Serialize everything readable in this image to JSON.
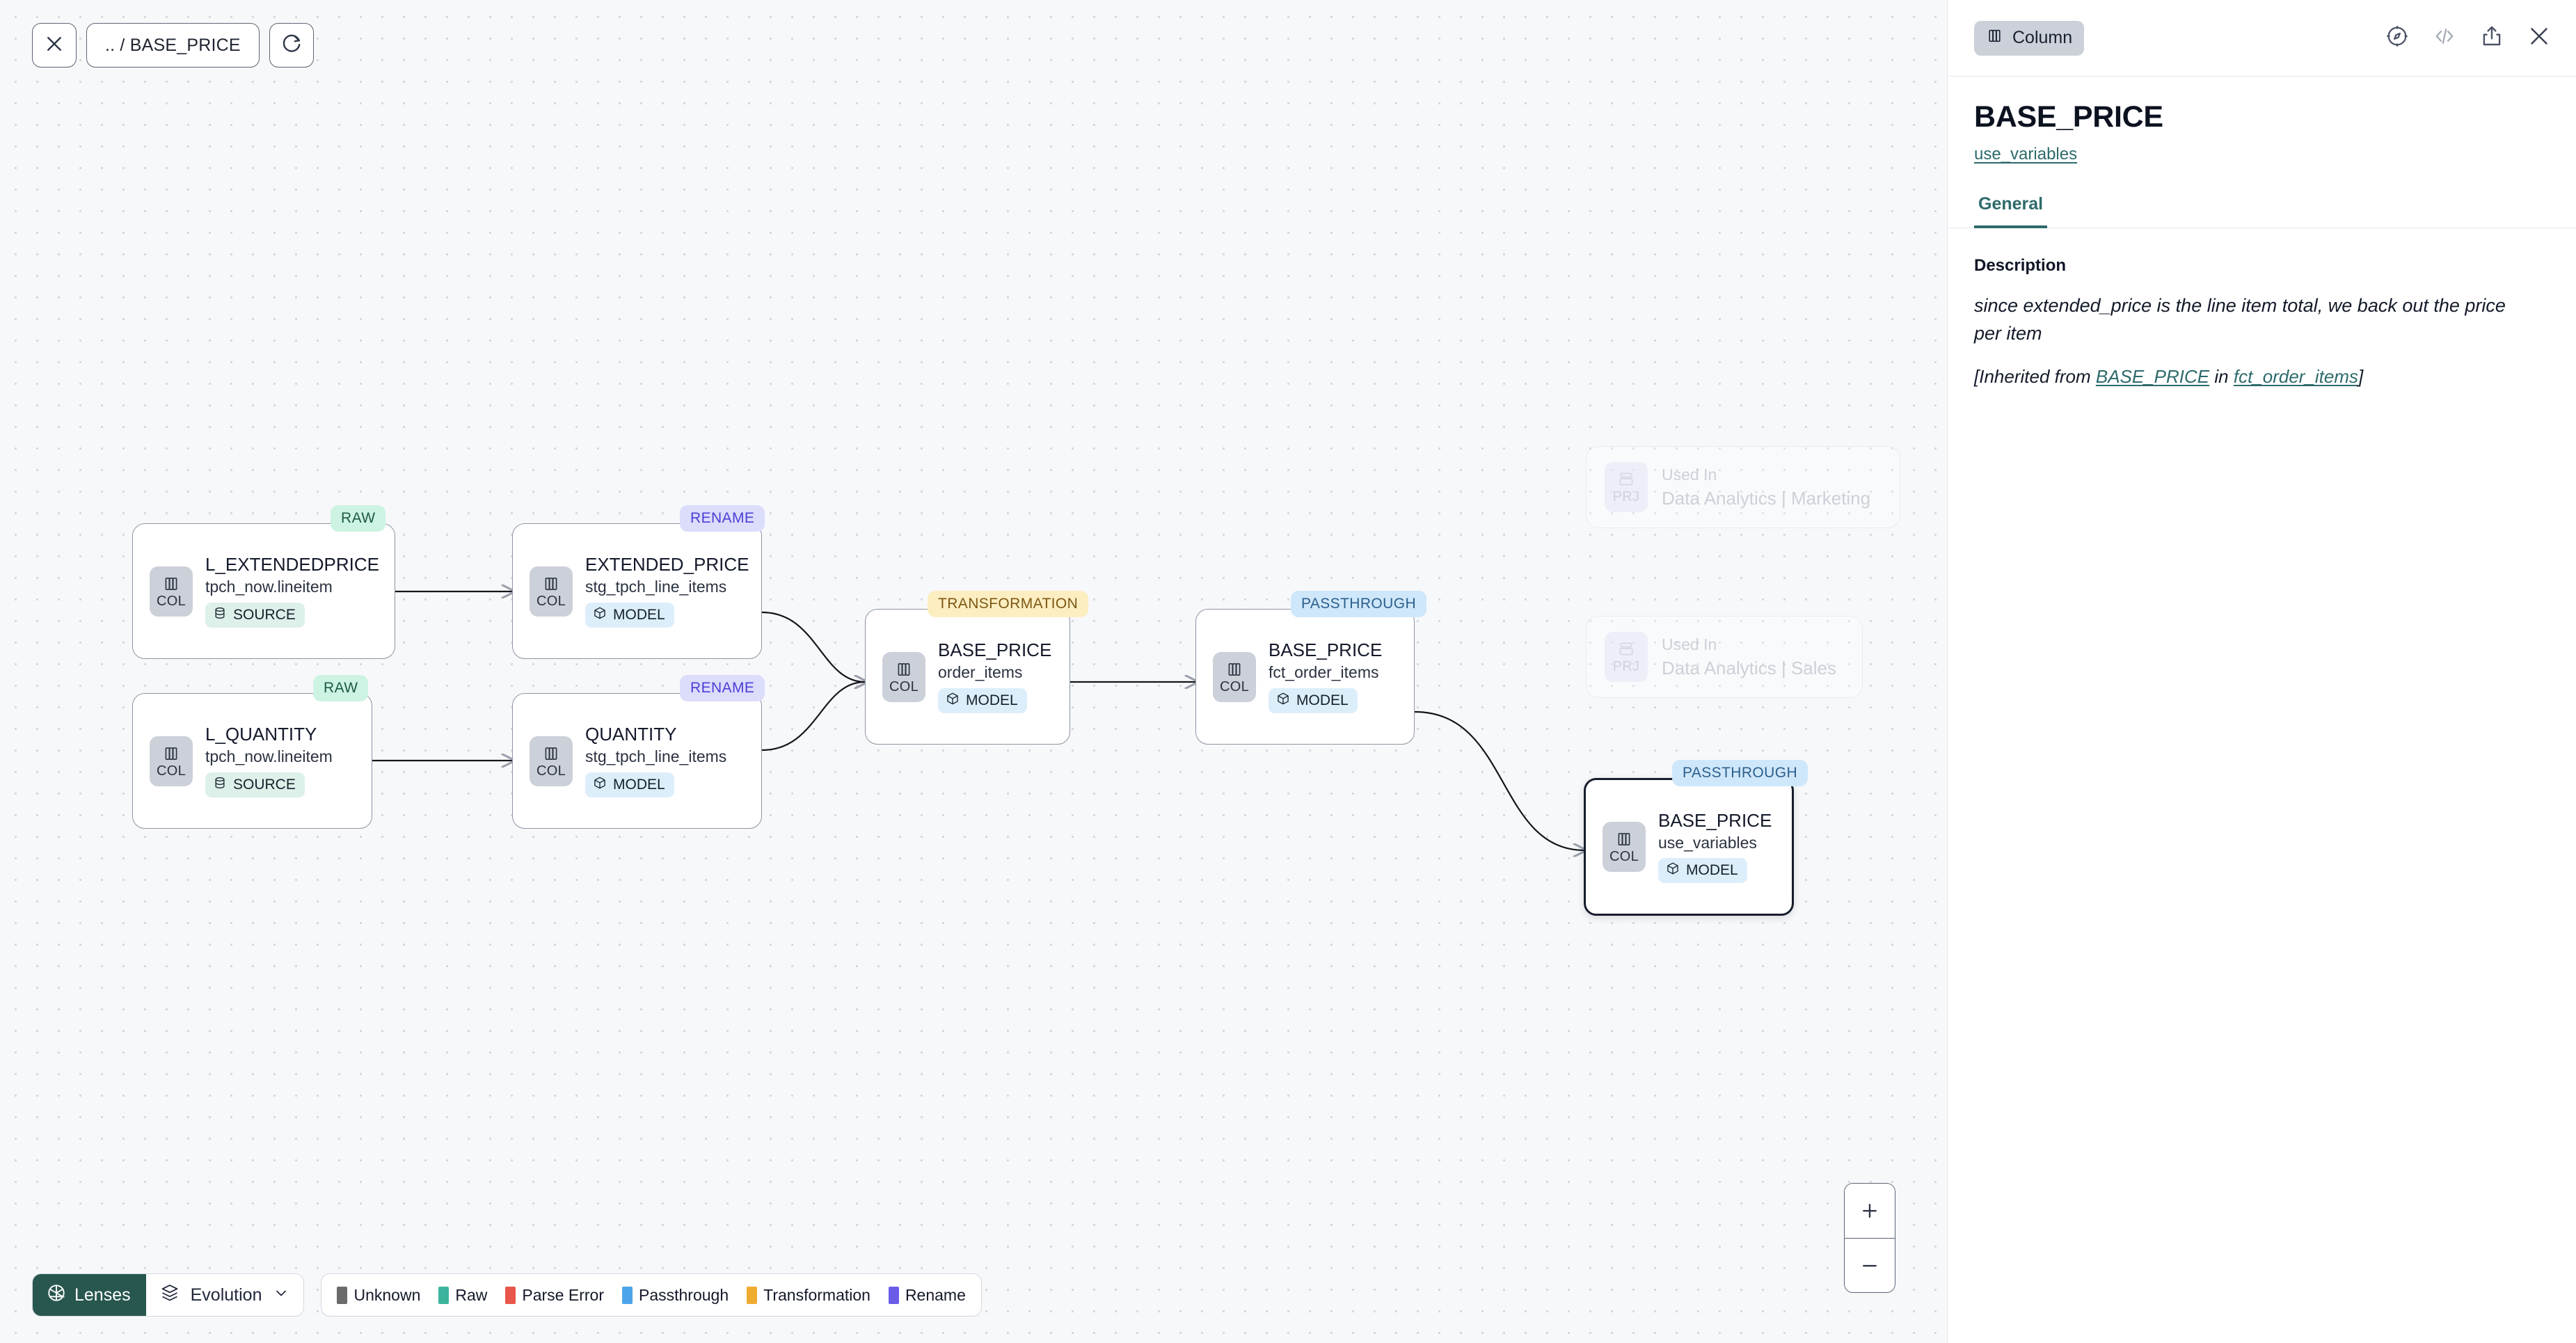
{
  "toolbar": {
    "close_label": "close-icon",
    "breadcrumb": ".. / BASE_PRICE",
    "refresh_label": "refresh-icon"
  },
  "graph": {
    "nodes": [
      {
        "id": "l_extendedprice",
        "title": "L_EXTENDEDPRICE",
        "subtitle": "tpch_now.lineitem",
        "chip": "COL",
        "kind": "SOURCE",
        "kind_type": "source",
        "badge": "RAW",
        "badge_type": "raw",
        "selected": false
      },
      {
        "id": "l_quantity",
        "title": "L_QUANTITY",
        "subtitle": "tpch_now.lineitem",
        "chip": "COL",
        "kind": "SOURCE",
        "kind_type": "source",
        "badge": "RAW",
        "badge_type": "raw",
        "selected": false
      },
      {
        "id": "extended_price",
        "title": "EXTENDED_PRICE",
        "subtitle": "stg_tpch_line_items",
        "chip": "COL",
        "kind": "MODEL",
        "kind_type": "model",
        "badge": "RENAME",
        "badge_type": "rename",
        "selected": false
      },
      {
        "id": "quantity",
        "title": "QUANTITY",
        "subtitle": "stg_tpch_line_items",
        "chip": "COL",
        "kind": "MODEL",
        "kind_type": "model",
        "badge": "RENAME",
        "badge_type": "rename",
        "selected": false
      },
      {
        "id": "base_price_order_items",
        "title": "BASE_PRICE",
        "subtitle": "order_items",
        "chip": "COL",
        "kind": "MODEL",
        "kind_type": "model",
        "badge": "TRANSFORMATION",
        "badge_type": "transformation",
        "selected": false
      },
      {
        "id": "base_price_fct_order_items",
        "title": "BASE_PRICE",
        "subtitle": "fct_order_items",
        "chip": "COL",
        "kind": "MODEL",
        "kind_type": "model",
        "badge": "PASSTHROUGH",
        "badge_type": "passthrough",
        "selected": false
      },
      {
        "id": "base_price_use_variables",
        "title": "BASE_PRICE",
        "subtitle": "use_variables",
        "chip": "COL",
        "kind": "MODEL",
        "kind_type": "model",
        "badge": "PASSTHROUGH",
        "badge_type": "passthrough",
        "selected": true
      }
    ],
    "used_in": [
      {
        "id": "used_in_marketing",
        "chip": "PRJ",
        "label": "Used In",
        "name": "Data Analytics | Marketing"
      },
      {
        "id": "used_in_sales",
        "chip": "PRJ",
        "label": "Used In",
        "name": "Data Analytics | Sales"
      }
    ]
  },
  "bottom_bar": {
    "lenses_label": "Lenses",
    "evolution_label": "Evolution",
    "legend": [
      {
        "label": "Unknown",
        "color": "#6b6b6b"
      },
      {
        "label": "Raw",
        "color": "#3cb49d"
      },
      {
        "label": "Parse Error",
        "color": "#e8564b"
      },
      {
        "label": "Passthrough",
        "color": "#4ca5e8"
      },
      {
        "label": "Transformation",
        "color": "#f0ab31"
      },
      {
        "label": "Rename",
        "color": "#6b5ce8"
      }
    ]
  },
  "zoom_controls": {
    "zoom_in": "+",
    "zoom_out": "−"
  },
  "panel": {
    "type_pill": "Column",
    "title": "BASE_PRICE",
    "subtitle": "use_variables",
    "tabs": [
      {
        "label": "General",
        "active": true
      }
    ],
    "description_label": "Description",
    "description_text": "since extended_price is the line item total, we back out the price per item",
    "inherited_prefix": "[Inherited from ",
    "inherited_link_1": "BASE_PRICE",
    "inherited_middle": " in ",
    "inherited_link_2": "fct_order_items",
    "inherited_suffix": "]"
  },
  "colors": {
    "accent_teal": "#2d6a6a",
    "lenses_bg": "#28574f",
    "canvas_bg": "#f7f8fa",
    "node_border": "#8d94a2",
    "selected_border": "#161d2b"
  }
}
